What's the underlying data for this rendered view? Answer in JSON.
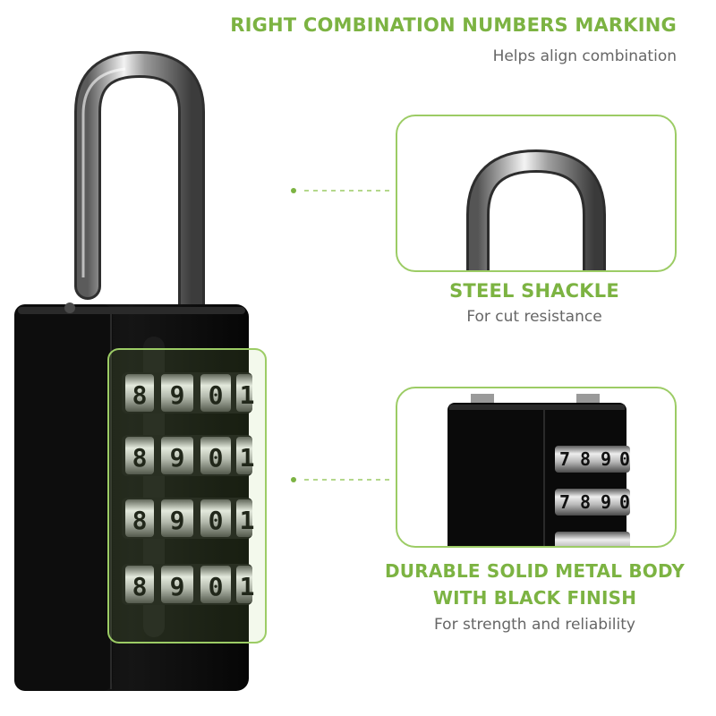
{
  "features": [
    {
      "title": "RIGHT COMBINATION NUMBERS MARKING",
      "subtitle": "Helps align combination"
    },
    {
      "title": "STEEL SHACKLE",
      "subtitle": "For cut resistance"
    },
    {
      "title_line1": "DURABLE SOLID METAL BODY",
      "title_line2": "WITH BLACK FINISH",
      "subtitle": "For strength and reliability"
    }
  ],
  "dial_digits": [
    "8",
    "9",
    "0",
    "1"
  ],
  "zoom_digits": [
    "7",
    "8",
    "9",
    "0"
  ],
  "colors": {
    "accent_green": "#7cb342",
    "box_border": "#9ccc65",
    "lock_body": "#0b0b0b",
    "subtitle_gray": "#666666"
  }
}
